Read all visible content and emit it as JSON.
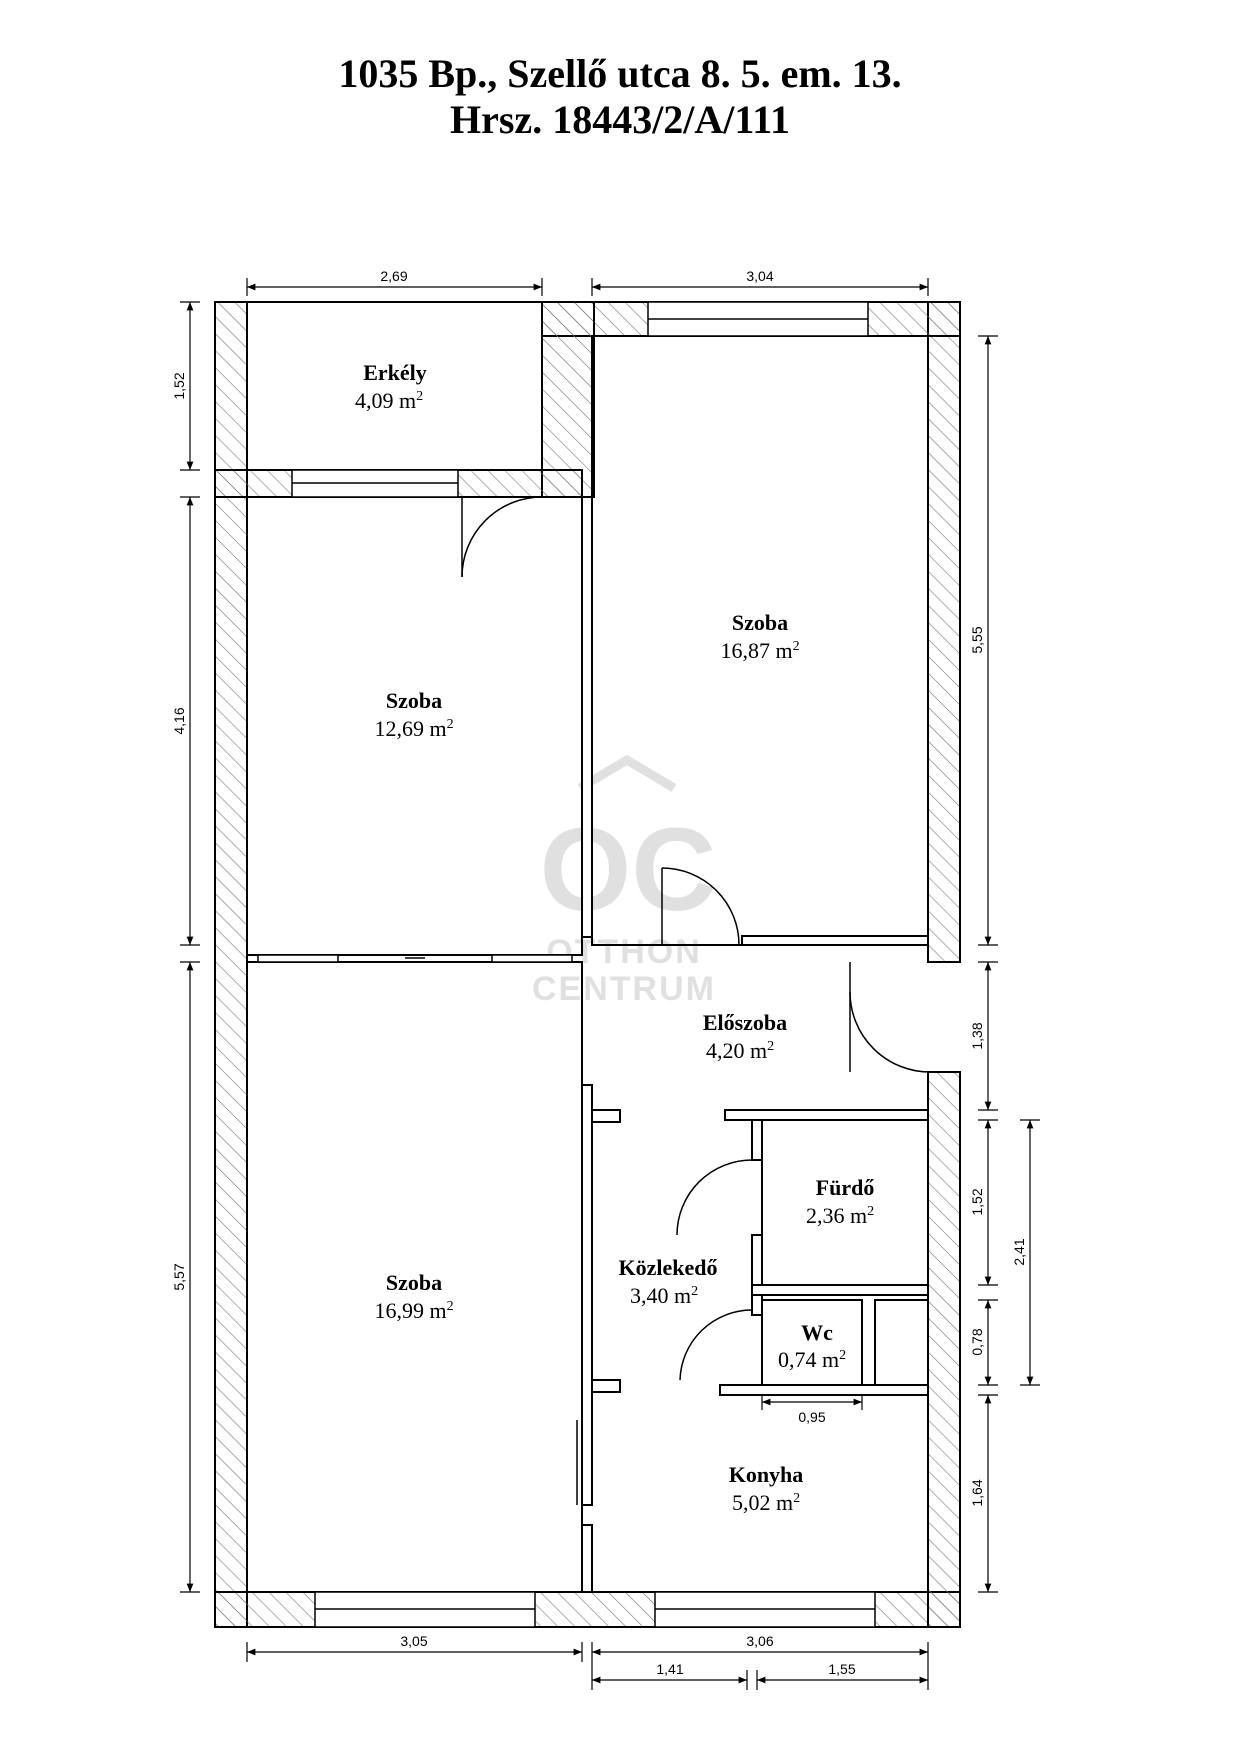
{
  "header": {
    "address": "1035 Bp., Szellő utca 8. 5. em. 13.",
    "parcel": "Hrsz. 18443/2/A/111"
  },
  "rooms": {
    "balcony": {
      "name": "Erkély",
      "area": "4,09"
    },
    "room_north_east": {
      "name": "Szoba",
      "area": "16,87"
    },
    "room_middle_west": {
      "name": "Szoba",
      "area": "12,69"
    },
    "room_south_west": {
      "name": "Szoba",
      "area": "16,99"
    },
    "hall": {
      "name": "Előszoba",
      "area": "4,20"
    },
    "bathroom": {
      "name": "Fürdő",
      "area": "2,36"
    },
    "corridor": {
      "name": "Közlekedő",
      "area": "3,40"
    },
    "toilet": {
      "name": "Wc",
      "area": "0,74"
    },
    "kitchen": {
      "name": "Konyha",
      "area": "5,02"
    }
  },
  "area_unit": "m",
  "area_unit_exp": "2",
  "dimensions": {
    "top_left": "2,69",
    "top_right": "3,04",
    "left_1": "1,52",
    "left_2": "4,16",
    "left_3": "5,57",
    "right_1": "5,55",
    "right_2": "1,38",
    "right_3": "1,52",
    "right_4": "0,78",
    "right_5": "1,64",
    "right_outer": "2,41",
    "wc_width": "0,95",
    "bottom_left": "3,05",
    "bottom_right": "3,06",
    "bottom_right_a": "1,41",
    "bottom_right_b": "1,55"
  },
  "watermark": {
    "logo": "OC",
    "line1": "OTTHON",
    "line2": "CENTRUM"
  }
}
